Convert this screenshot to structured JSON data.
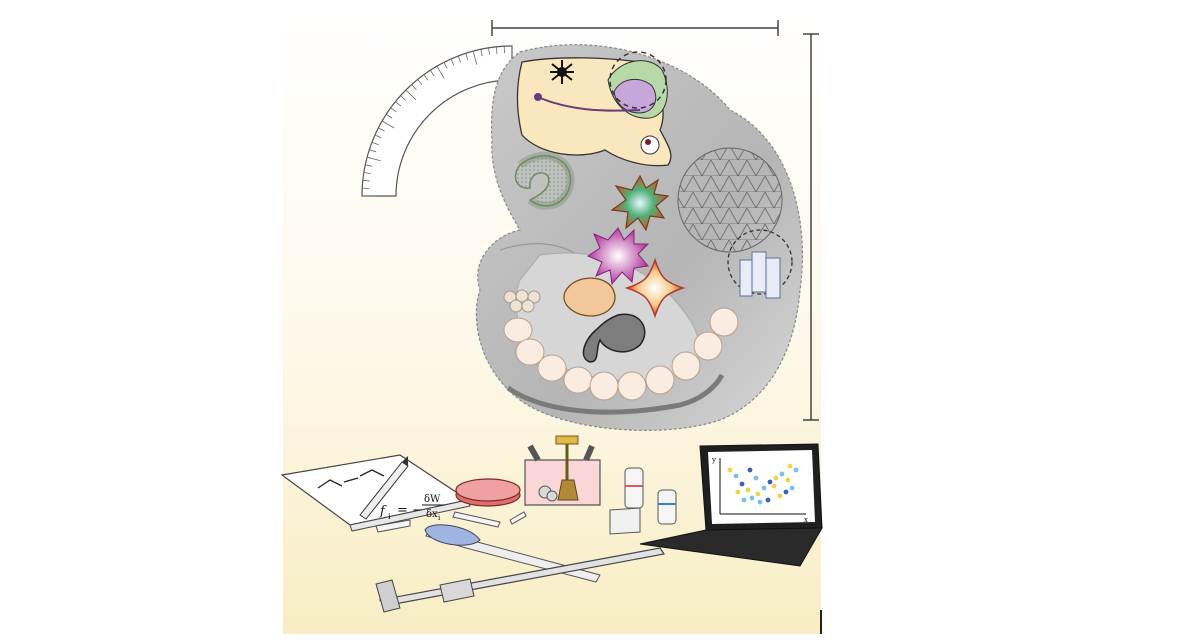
{
  "figure": {
    "equation": {
      "lhs": "f",
      "lhs_index": "i",
      "rhs_numerator": "δW",
      "rhs_denominator": "δx",
      "rhs_denominator_index": "i"
    },
    "chart_on_screen": {
      "y_axis_symbol": "y",
      "x_axis_symbol": "x"
    },
    "colors": {
      "embryo_body": "#bdbdbd",
      "head_region": "#fbe7bd",
      "neural_green": "#b7d9a8",
      "neural_purple": "#c9a6d9",
      "gut_magenta": "#b03a9e",
      "heart_orange": "#f2a65a",
      "petri_red": "#e06e6e",
      "pipette_blue": "#9fb4e0",
      "background_cream": "#fbf2d3"
    }
  }
}
